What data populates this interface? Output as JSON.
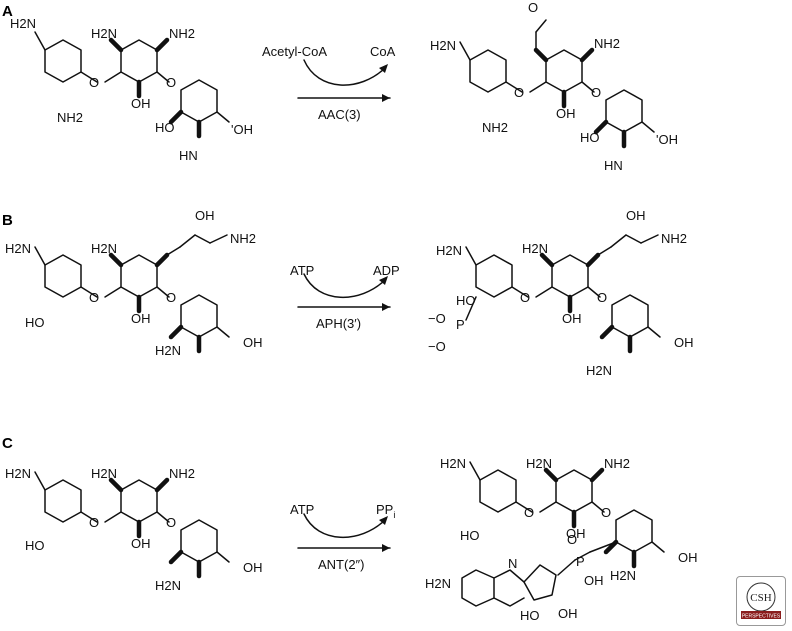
{
  "panels": [
    {
      "label": "A",
      "reagent_in": "Acetyl-CoA",
      "reagent_out": "CoA",
      "enzyme": "AAC(3)"
    },
    {
      "label": "B",
      "reagent_in": "ATP",
      "reagent_out": "ADP",
      "enzyme": "APH(3′)"
    },
    {
      "label": "C",
      "reagent_in": "ATP",
      "reagent_out": "PP",
      "reagent_out_sub": "i",
      "enzyme": "ANT(2″)"
    }
  ],
  "atoms": {
    "nh2_left": "H2N",
    "nh2": "NH2",
    "oh": "OH",
    "ho": "HO",
    "nh": "HN",
    "n": "N",
    "o": "O",
    "p": "P",
    "o_minus": "−O",
    "oh_wedge": "'OH",
    "dbl_o": "O"
  },
  "logo": {
    "line1": "CSH",
    "line2": "PERSPECTIVES"
  }
}
